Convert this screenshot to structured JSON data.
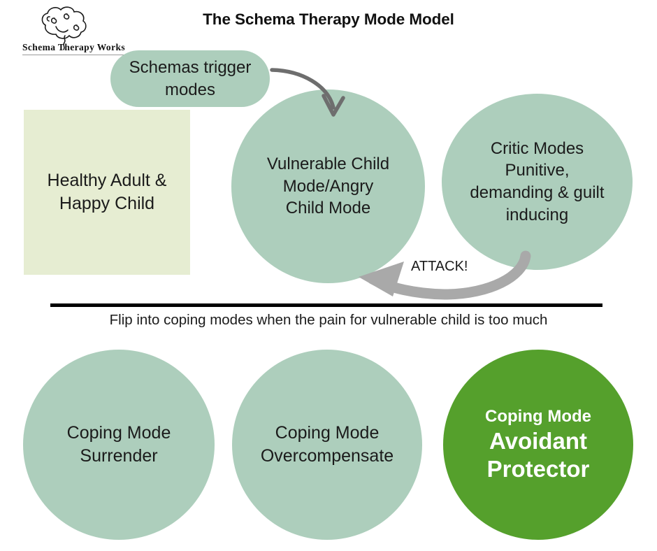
{
  "page": {
    "title": "The Schema Therapy Mode Model",
    "background": "#FFFFFF"
  },
  "logo": {
    "name": "schema-therapy-works-logo",
    "wordmark": "Schema Therapy Works",
    "mark": "hand-drawn-brain-tree"
  },
  "colors": {
    "sage": "#ADCEBC",
    "pale_green": "#E6EDD2",
    "bright_green": "#55A02C",
    "arrow_dark_gray": "#6E6E6E",
    "arrow_light_gray": "#A9A9A9",
    "text": "#1B1B1B",
    "white_text": "#FFFFFF",
    "divider": "#000000"
  },
  "nodes": {
    "schemas_trigger": {
      "label": "Schemas trigger modes",
      "lines": [
        "Schemas trigger",
        "modes"
      ],
      "shape": "rounded-rectangle",
      "fill": "#ADCEBC"
    },
    "healthy_adult": {
      "label": "Healthy Adult & Happy Child",
      "lines": [
        "Healthy Adult &",
        "Happy Child"
      ],
      "shape": "square",
      "fill": "#E6EDD2"
    },
    "vulnerable_child": {
      "label": "Vulnerable Child Mode/Angry Child Mode",
      "lines": [
        "Vulnerable Child",
        "Mode/Angry",
        "Child Mode"
      ],
      "shape": "circle",
      "fill": "#ADCEBC"
    },
    "critic_modes": {
      "label": "Critic Modes Punitive, demanding & guilt inducing",
      "lines": [
        "Critic Modes",
        "Punitive,",
        "demanding & guilt",
        "inducing"
      ],
      "shape": "circle",
      "fill": "#ADCEBC"
    },
    "coping_surrender": {
      "label": "Coping Mode Surrender",
      "lines": [
        "Coping Mode",
        "Surrender"
      ],
      "shape": "circle",
      "fill": "#ADCEBC"
    },
    "coping_overcompensate": {
      "label": "Coping Mode Overcompensate",
      "lines": [
        "Coping Mode",
        "Overcompensate"
      ],
      "shape": "circle",
      "fill": "#ADCEBC"
    },
    "coping_avoidant": {
      "label": "Coping Mode Avoidant Protector",
      "lines": [
        "Coping Mode",
        "Avoidant",
        "Protector"
      ],
      "shape": "circle",
      "fill": "#55A02C",
      "highlighted": true
    }
  },
  "annotations": {
    "attack": "ATTACK!",
    "flip_caption": "Flip into coping modes when the pain for vulnerable child is too much"
  },
  "arrows": [
    {
      "name": "schemas-to-vulnerable-child-arrow",
      "from": "schemas_trigger",
      "to": "vulnerable_child",
      "style": "thin-curved",
      "color": "#6E6E6E"
    },
    {
      "name": "critic-attack-arrow",
      "from": "critic_modes",
      "to": "vulnerable_child",
      "style": "thick-curved",
      "color": "#A9A9A9",
      "label": "ATTACK!"
    }
  ],
  "divider": {
    "name": "coping-modes-divider",
    "caption": "Flip into coping modes when the pain for vulnerable child is too much"
  }
}
